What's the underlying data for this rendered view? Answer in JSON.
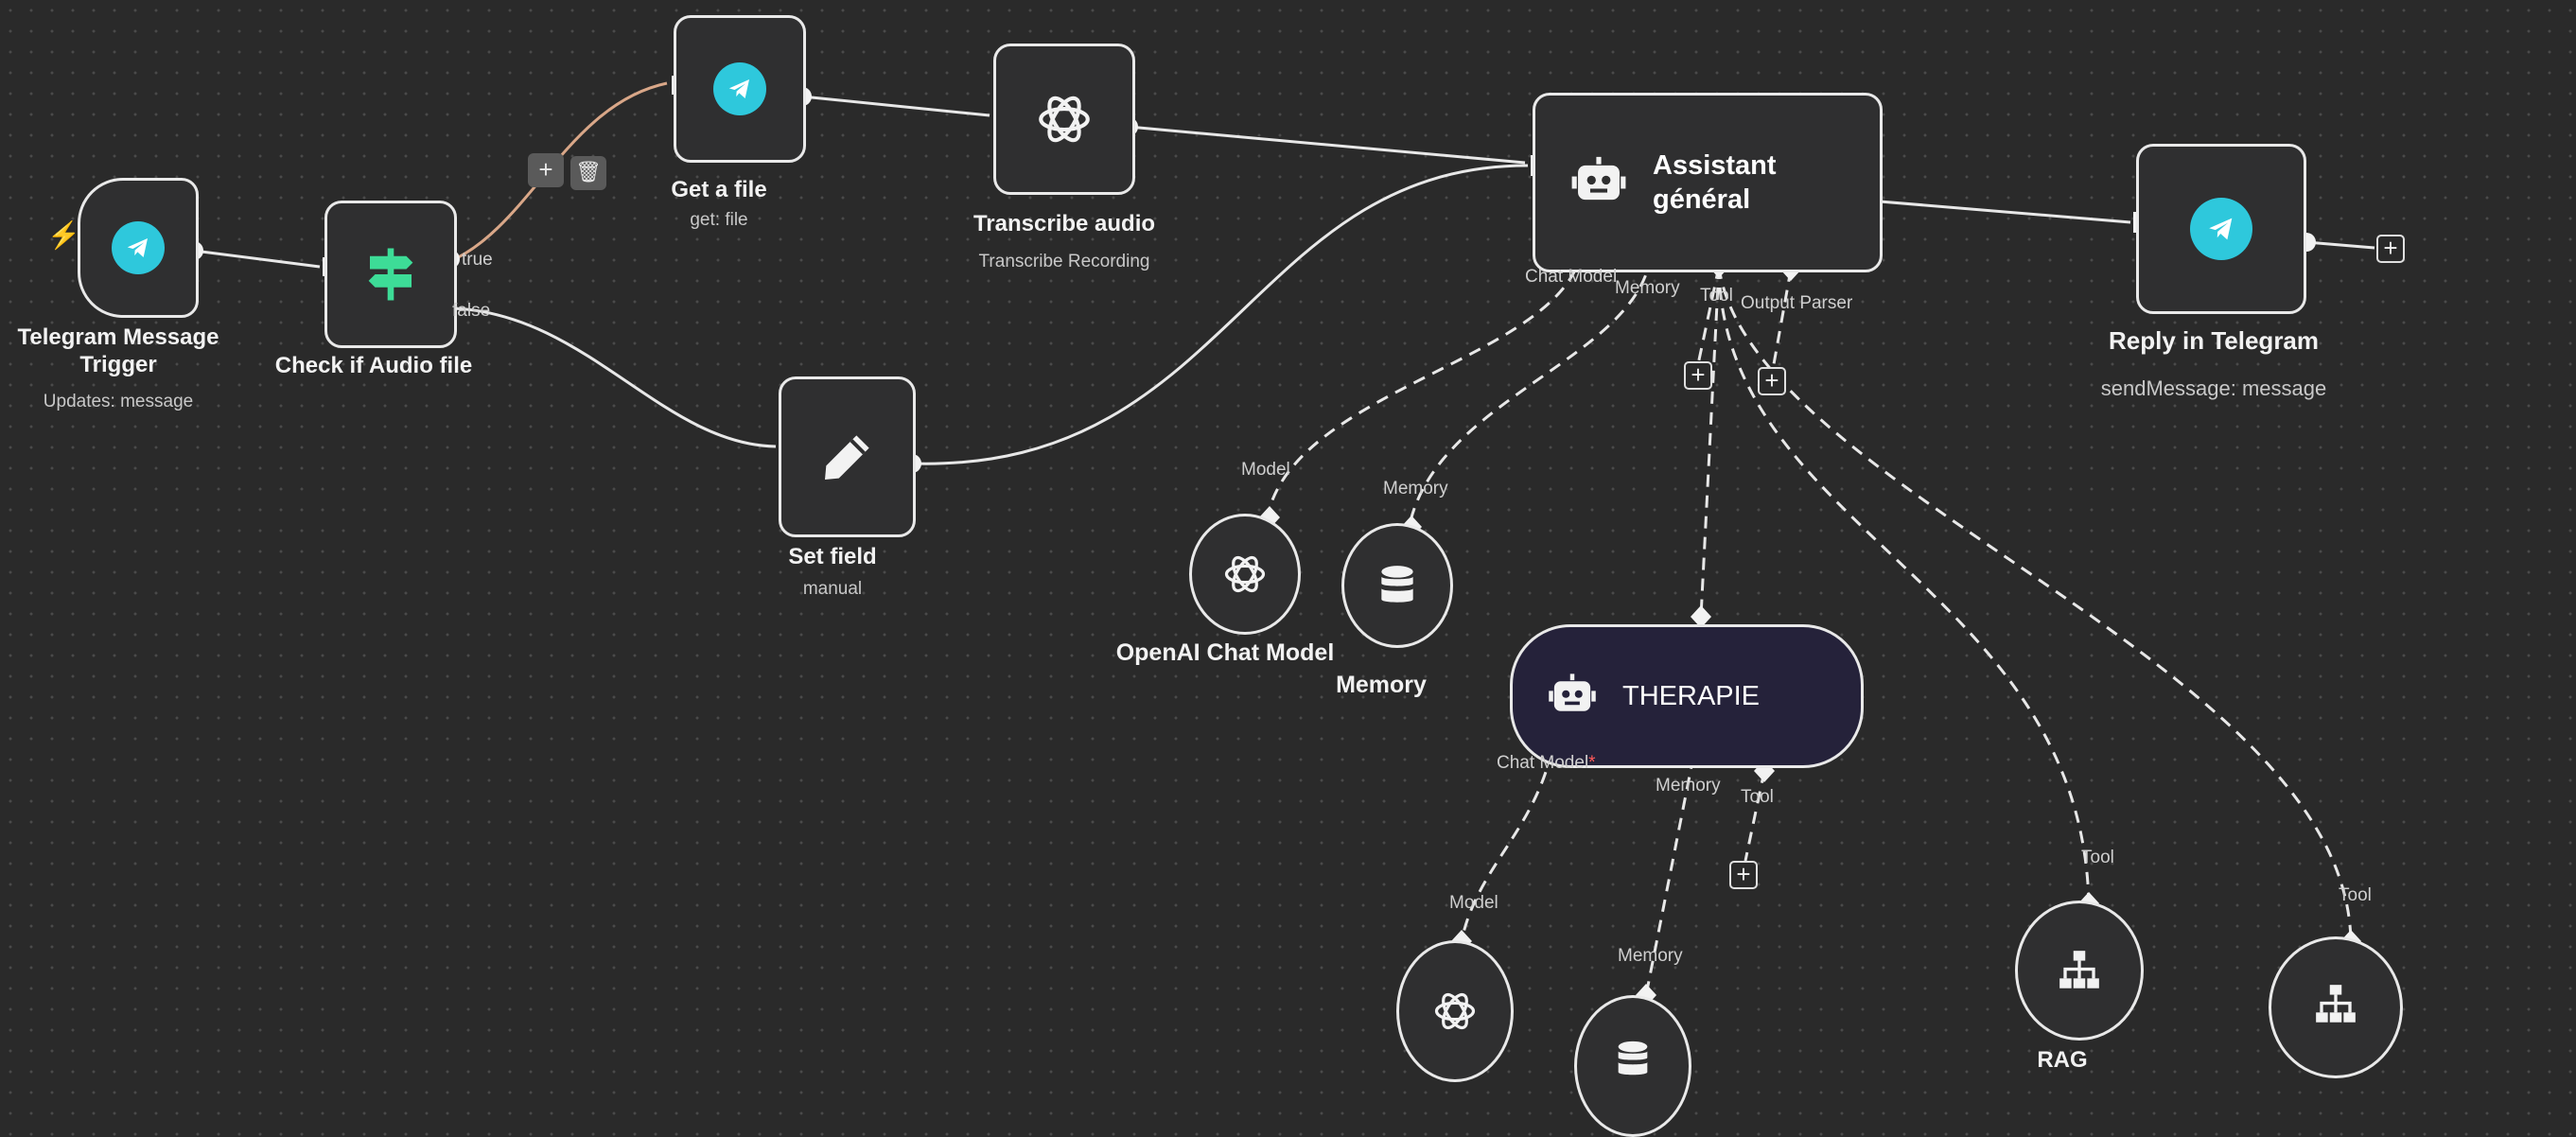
{
  "nodes": {
    "telegram_trigger": {
      "title_line1": "Telegram Message",
      "title_line2": "Trigger",
      "subtitle": "Updates: message",
      "icon": "telegram-icon"
    },
    "check_audio": {
      "title": "Check if Audio file",
      "out_true": "true",
      "out_false": "false",
      "icon": "signpost-icon"
    },
    "get_file": {
      "title": "Get a file",
      "subtitle": "get: file",
      "icon": "telegram-icon"
    },
    "transcribe": {
      "title": "Transcribe audio",
      "subtitle": "Transcribe Recording",
      "icon": "openai-icon"
    },
    "set_field": {
      "title": "Set field",
      "subtitle": "manual",
      "icon": "pencil-icon"
    },
    "assistant": {
      "title_line1": "Assistant",
      "title_line2": "général",
      "icon": "robot-icon",
      "ports": {
        "chat_model": "Chat Model",
        "memory": "Memory",
        "tool": "Tool",
        "output_parser": "Output Parser"
      }
    },
    "reply": {
      "title": "Reply in Telegram",
      "subtitle": "sendMessage: message",
      "icon": "telegram-icon"
    },
    "openai_model": {
      "title": "OpenAI Chat Model",
      "port": "Model",
      "icon": "openai-icon"
    },
    "memory": {
      "title": "Memory",
      "port": "Memory",
      "icon": "database-icon"
    },
    "therapie": {
      "title": "THERAPIE",
      "icon": "robot-icon",
      "ports": {
        "chat_model": "Chat Model",
        "required": "*",
        "memory": "Memory",
        "tool": "Tool"
      }
    },
    "therapie_model": {
      "port": "Model",
      "icon": "openai-icon"
    },
    "therapie_memory": {
      "port": "Memory",
      "icon": "database-icon"
    },
    "rag_tool": {
      "title": "RAG",
      "port": "Tool",
      "icon": "network-icon"
    },
    "tool2": {
      "port": "Tool",
      "icon": "network-icon"
    }
  },
  "toolbar": {
    "add": "+",
    "delete": "🗑"
  },
  "plus": "+",
  "colors": {
    "canvas": "#2a2a2a",
    "node_bg": "#2f2f30",
    "border": "#e9e9e9",
    "telegram": "#2ec8dc",
    "switch": "#3ddc97",
    "pill_bg": "#25223a"
  }
}
